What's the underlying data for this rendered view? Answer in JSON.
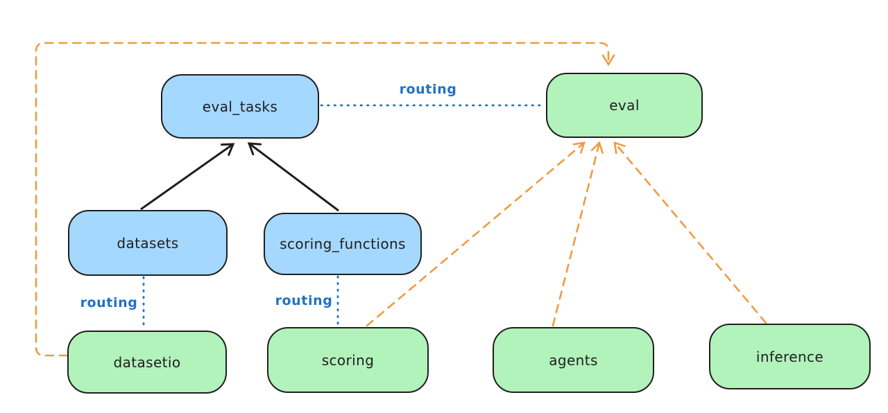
{
  "diagram": {
    "nodes": {
      "eval_tasks": {
        "label": "eval_tasks",
        "fill": "blue"
      },
      "eval": {
        "label": "eval",
        "fill": "green"
      },
      "datasets": {
        "label": "datasets",
        "fill": "blue"
      },
      "scoring_functions": {
        "label": "scoring_functions",
        "fill": "blue"
      },
      "datasetio": {
        "label": "datasetio",
        "fill": "green"
      },
      "scoring": {
        "label": "scoring",
        "fill": "green"
      },
      "agents": {
        "label": "agents",
        "fill": "green"
      },
      "inference": {
        "label": "inference",
        "fill": "green"
      }
    },
    "edges": [
      {
        "from": "datasets",
        "to": "eval_tasks",
        "style": "solid-arrow",
        "color": "black"
      },
      {
        "from": "scoring_functions",
        "to": "eval_tasks",
        "style": "solid-arrow",
        "color": "black"
      },
      {
        "from": "eval_tasks",
        "to": "eval",
        "style": "dotted",
        "color": "blue",
        "label": "routing"
      },
      {
        "from": "datasets",
        "to": "datasetio",
        "style": "dotted",
        "color": "blue",
        "label": "routing"
      },
      {
        "from": "scoring_functions",
        "to": "scoring",
        "style": "dotted",
        "color": "blue",
        "label": "routing"
      },
      {
        "from": "datasetio",
        "to": "eval",
        "style": "dashed-arrow",
        "color": "orange"
      },
      {
        "from": "scoring",
        "to": "eval",
        "style": "dashed-arrow",
        "color": "orange"
      },
      {
        "from": "agents",
        "to": "eval",
        "style": "dashed-arrow",
        "color": "orange"
      },
      {
        "from": "inference",
        "to": "eval",
        "style": "dashed-arrow",
        "color": "orange"
      }
    ],
    "colors": {
      "ink": "#1e1e1e",
      "blue_fill": "#a5d8ff",
      "green_fill": "#b2f2bb",
      "routing_blue": "#1f72c4",
      "orange": "#ee9b40",
      "background": "#ffffff"
    }
  }
}
